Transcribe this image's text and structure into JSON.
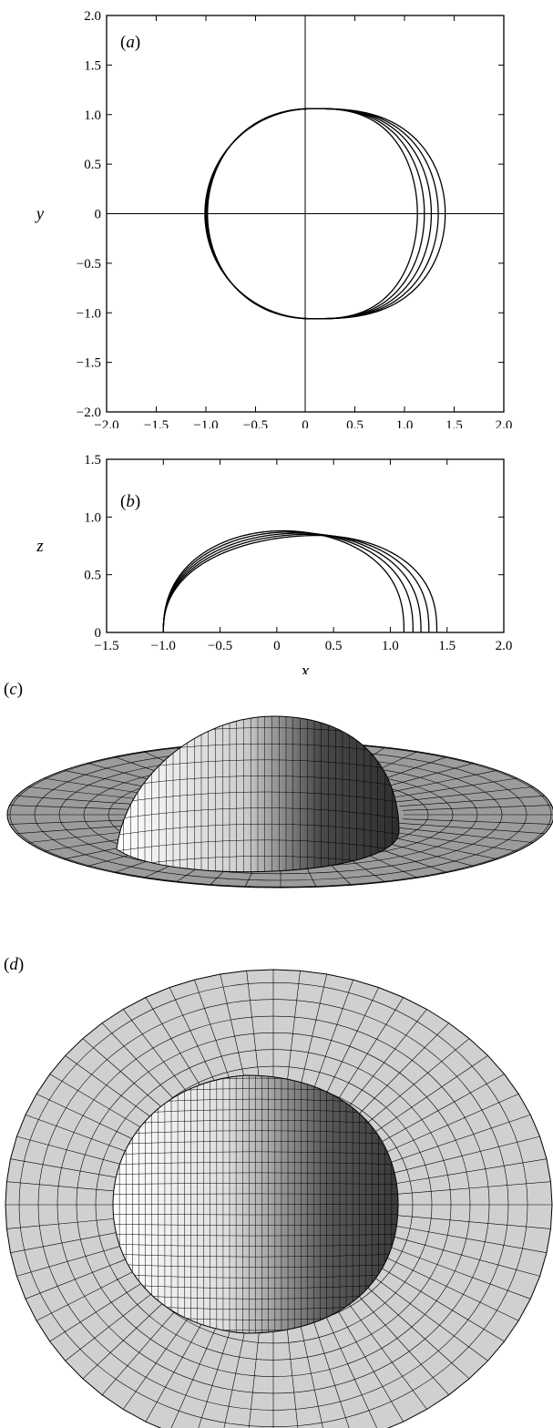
{
  "panels": {
    "a": {
      "label_open": "(",
      "label_letter": "a",
      "label_close": ")"
    },
    "b": {
      "label_open": "(",
      "label_letter": "b",
      "label_close": ")"
    },
    "c": {
      "label_open": "(",
      "label_letter": "c",
      "label_close": ")"
    },
    "d": {
      "label_open": "(",
      "label_letter": "d",
      "label_close": ")"
    }
  },
  "chart_data": [
    {
      "panel": "a",
      "type": "line",
      "xlabel": "",
      "ylabel": "y",
      "xlim": [
        -2.0,
        2.0
      ],
      "ylim": [
        -2.0,
        2.0
      ],
      "x_ticks": [
        "−2.0",
        "−1.5",
        "−1.0",
        "−0.5",
        "0",
        "0.5",
        "1.0",
        "1.5",
        "2.0"
      ],
      "y_ticks": [
        "−2.0",
        "−1.5",
        "−1.0",
        "−0.5",
        "0",
        "0.5",
        "1.0",
        "1.5",
        "2.0"
      ],
      "grid": false,
      "reference_lines": {
        "x": 0,
        "y": 0
      },
      "series": [
        {
          "left_x": -1.0,
          "right_x": 1.13,
          "top_y": 1.06
        },
        {
          "left_x": -1.0,
          "right_x": 1.2,
          "top_y": 1.06
        },
        {
          "left_x": -1.0,
          "right_x": 1.27,
          "top_y": 1.06
        },
        {
          "left_x": -1.0,
          "right_x": 1.34,
          "top_y": 1.06
        },
        {
          "left_x": -1.0,
          "right_x": 1.41,
          "top_y": 1.06
        }
      ]
    },
    {
      "panel": "b",
      "type": "line",
      "xlabel": "x",
      "ylabel": "z",
      "xlim": [
        -1.5,
        2.0
      ],
      "ylim": [
        0,
        1.5
      ],
      "x_ticks": [
        "−1.5",
        "−1.0",
        "−0.5",
        "0",
        "0.5",
        "1.0",
        "1.5",
        "2.0"
      ],
      "y_ticks": [
        "0",
        "0.5",
        "1.0",
        "1.5"
      ],
      "grid": false,
      "series": [
        {
          "left_x": -1.0,
          "right_x": 1.12,
          "peak_x": 0.05,
          "peak_z": 0.88
        },
        {
          "left_x": -1.0,
          "right_x": 1.2,
          "peak_x": 0.12,
          "peak_z": 0.87
        },
        {
          "left_x": -1.0,
          "right_x": 1.27,
          "peak_x": 0.2,
          "peak_z": 0.86
        },
        {
          "left_x": -1.0,
          "right_x": 1.34,
          "peak_x": 0.28,
          "peak_z": 0.85
        },
        {
          "left_x": -1.0,
          "right_x": 1.41,
          "peak_x": 0.36,
          "peak_z": 0.84
        }
      ]
    }
  ],
  "renders": {
    "c": {
      "view": "oblique",
      "colors": {
        "substrate": "#9c9c9c",
        "drop_light": "#ffffff",
        "drop_dark": "#3c3c3c",
        "mesh": "#000000"
      }
    },
    "d": {
      "view": "top",
      "colors": {
        "substrate": "#d0d0d0",
        "drop_light": "#ffffff",
        "drop_dark": "#4a4a4a",
        "mesh": "#000000"
      }
    }
  }
}
